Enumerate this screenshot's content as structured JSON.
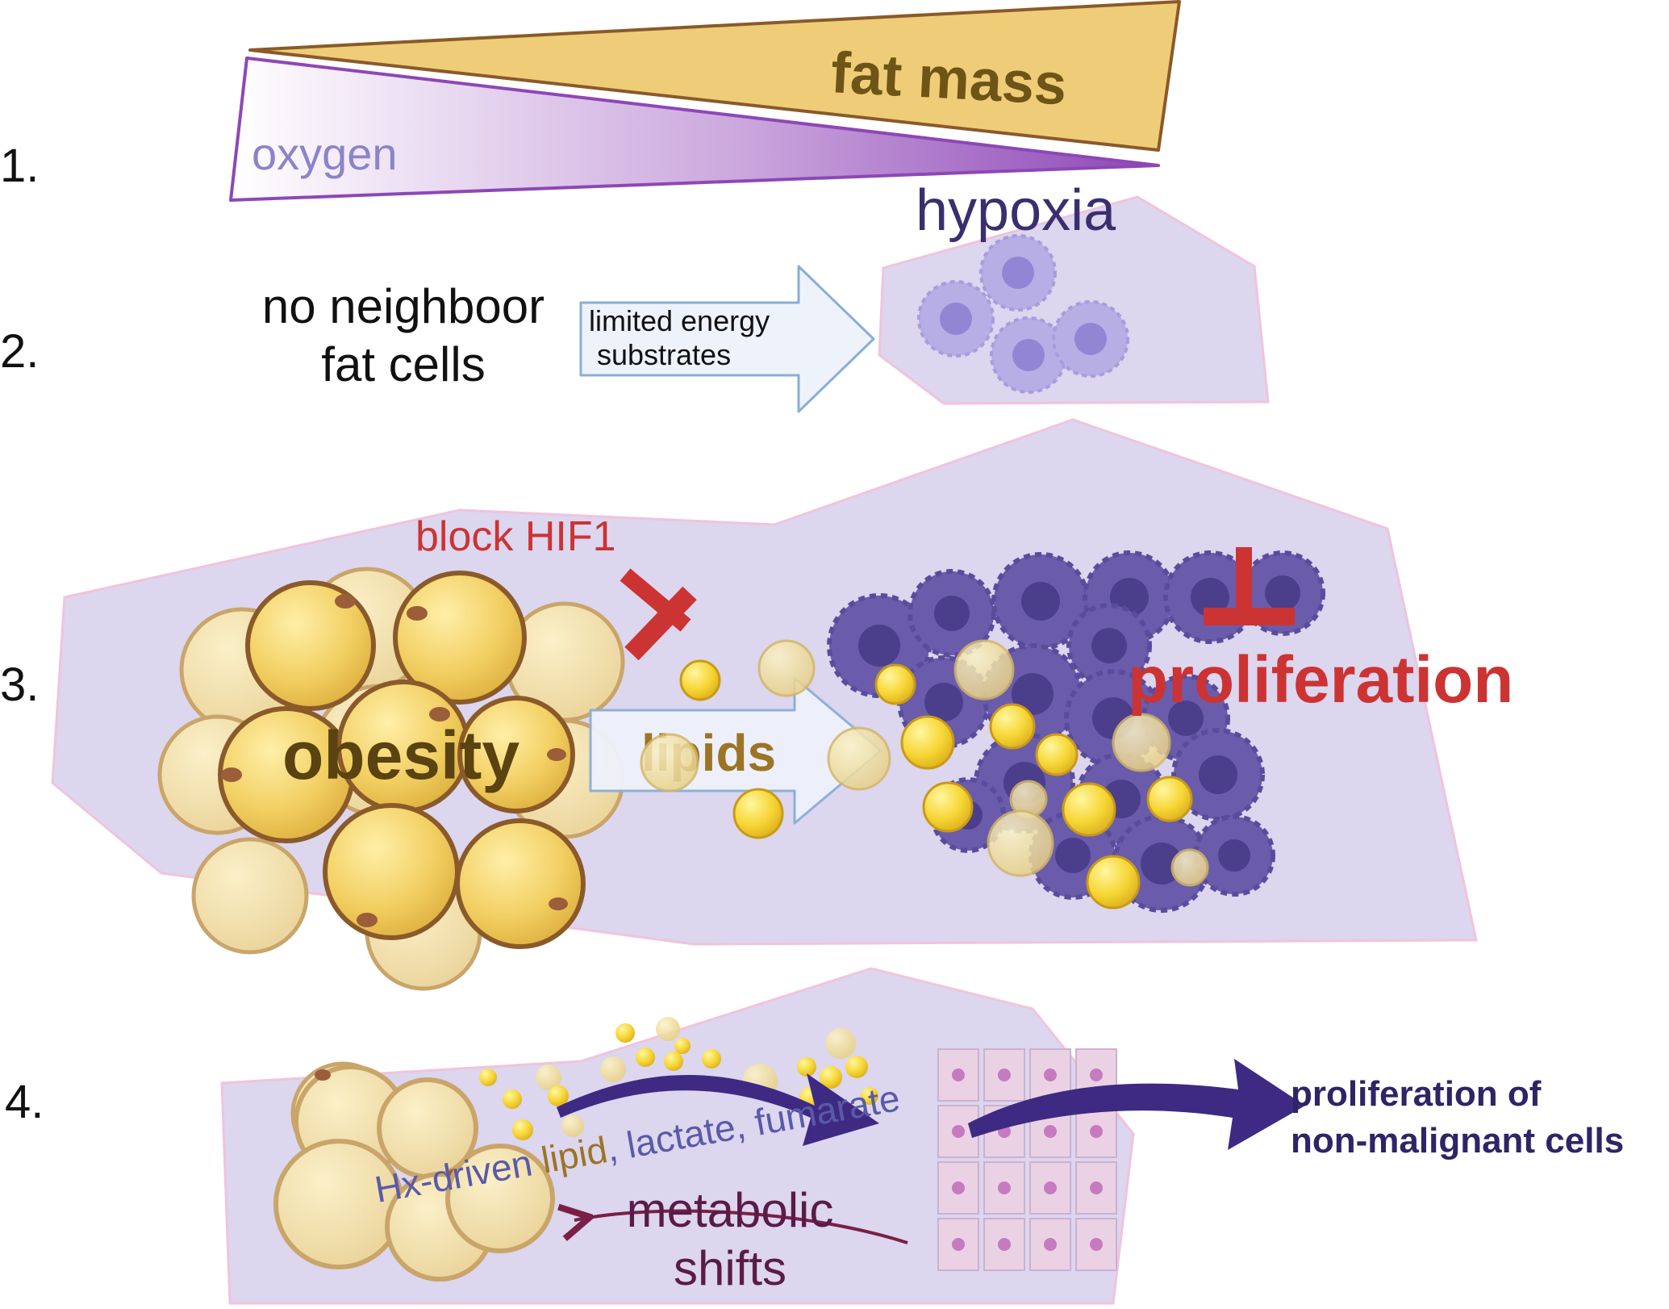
{
  "rows": {
    "r1": "1.",
    "r2": "2.",
    "r3": "3.",
    "r4": "4."
  },
  "panel1": {
    "fat_mass": "fat mass",
    "oxygen": "oxygen"
  },
  "panel2": {
    "hypoxia": "hypoxia",
    "left_line1": "no neighboor",
    "left_line2": "fat cells",
    "arrow_line1": "limited energy",
    "arrow_line2": "substrates"
  },
  "panel3": {
    "block": "block HIF1",
    "obesity": "obesity",
    "lipids": "lipids",
    "proliferation": "proliferation"
  },
  "panel4": {
    "molecules_a": "Hx-driven ",
    "molecules_b": "lipid",
    "molecules_c": ", lactate, fumarate",
    "shift1": "metabolic",
    "shift2": "shifts",
    "outcome1": "proliferation of",
    "outcome2": "non-malignant cells"
  },
  "colors": {
    "fat_fill": "#efcd78",
    "fat_stroke": "#8a5a2a",
    "fat_text": "#6e5416",
    "oxygen_purple": "#9552b8",
    "oxygen_text": "#8c84c8",
    "hypoxia_text": "#3a2f6e",
    "tissue_fill": "#dcd6ee",
    "tissue_stroke": "#f0c4dc",
    "tumor_cell": "#6a5cab",
    "light_cell": "#b7aee6",
    "inhibit_red": "#cc3333",
    "arrow_fill": "#eef2fb",
    "arrow_stroke": "#8aaed8",
    "lipid_text": "#9c7426",
    "dark_purple": "#3e2a82",
    "metabolic_text": "#5a1b48"
  }
}
